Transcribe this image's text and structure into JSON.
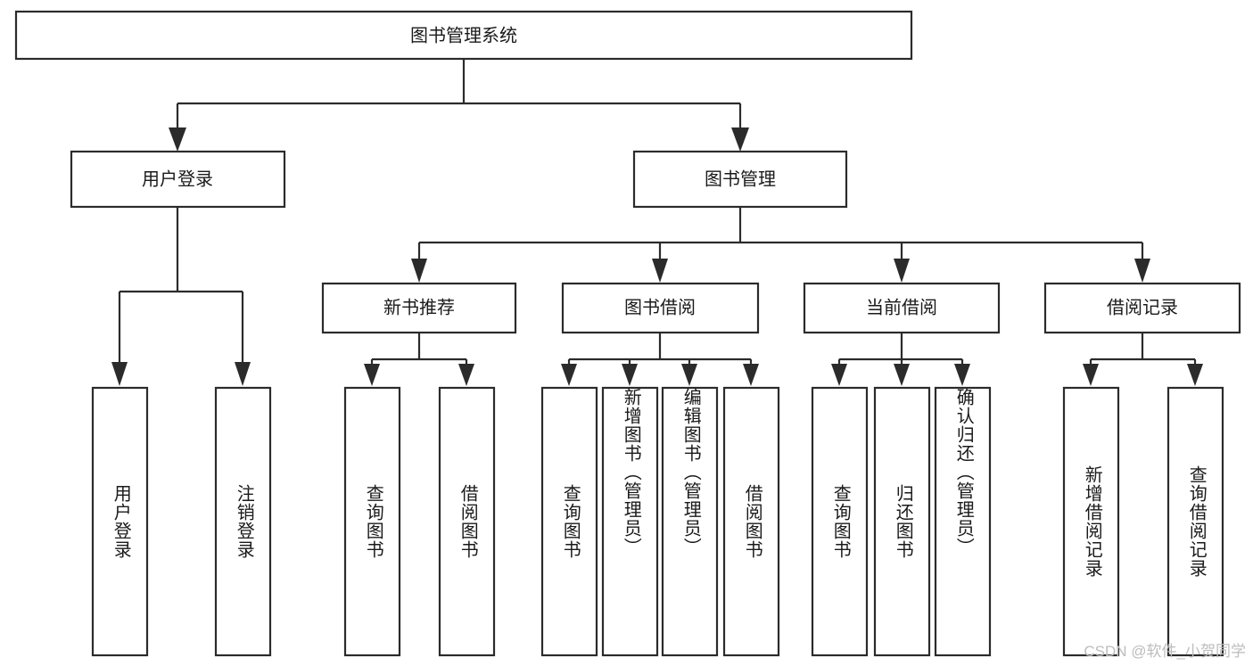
{
  "diagram": {
    "title": "图书管理系统",
    "type": "hierarchy-tree",
    "watermark": "CSDN @软件_小贺同学",
    "root": {
      "id": "root",
      "label": "图书管理系统"
    },
    "level2": [
      {
        "id": "user-login",
        "label": "用户登录"
      },
      {
        "id": "book-management",
        "label": "图书管理"
      }
    ],
    "level3": [
      {
        "id": "new-book-recommend",
        "label": "新书推荐",
        "parent": "book-management"
      },
      {
        "id": "book-borrow",
        "label": "图书借阅",
        "parent": "book-management"
      },
      {
        "id": "current-borrow",
        "label": "当前借阅",
        "parent": "book-management"
      },
      {
        "id": "borrow-record",
        "label": "借阅记录",
        "parent": "book-management"
      }
    ],
    "leaves": [
      {
        "id": "leaf-user-login",
        "label": "用户登录",
        "parent": "user-login"
      },
      {
        "id": "leaf-user-logout",
        "label": "注销登录",
        "parent": "user-login"
      },
      {
        "id": "leaf-query-book-1",
        "label": "查询图书",
        "parent": "new-book-recommend"
      },
      {
        "id": "leaf-borrow-book-1",
        "label": "借阅图书",
        "parent": "new-book-recommend"
      },
      {
        "id": "leaf-query-book-2",
        "label": "查询图书",
        "parent": "book-borrow"
      },
      {
        "id": "leaf-add-book",
        "label": "新增图书（管理员）",
        "parent": "book-borrow"
      },
      {
        "id": "leaf-edit-book",
        "label": "编辑图书（管理员）",
        "parent": "book-borrow"
      },
      {
        "id": "leaf-borrow-book-2",
        "label": "借阅图书",
        "parent": "book-borrow"
      },
      {
        "id": "leaf-query-book-3",
        "label": "查询图书",
        "parent": "current-borrow"
      },
      {
        "id": "leaf-return-book",
        "label": "归还图书",
        "parent": "current-borrow"
      },
      {
        "id": "leaf-confirm-return",
        "label": "确认归还（管理员）",
        "parent": "current-borrow"
      },
      {
        "id": "leaf-add-record",
        "label": "新增借阅记录",
        "parent": "borrow-record"
      },
      {
        "id": "leaf-query-record",
        "label": "查询借阅记录",
        "parent": "borrow-record"
      }
    ],
    "colors": {
      "stroke": "#2b2b2b",
      "fill": "#ffffff",
      "text": "#1a1a1a",
      "watermark": "#bdbdbd"
    }
  }
}
